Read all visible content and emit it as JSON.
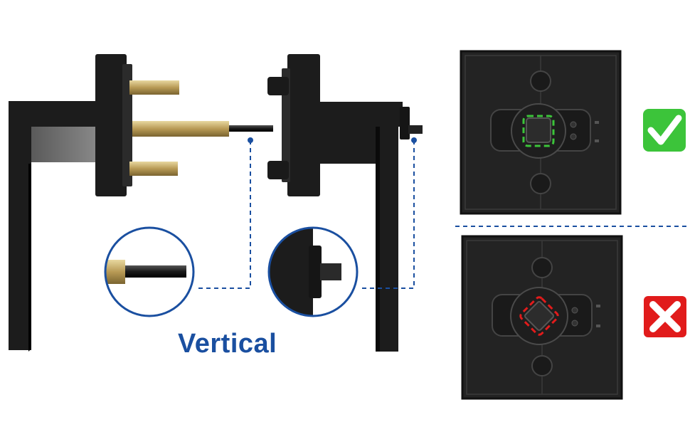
{
  "caption": {
    "text": "Vertical"
  },
  "colors": {
    "accent_blue": "#1a4fa0",
    "hardware_black": "#1c1c1c",
    "plate_dark": "#232323",
    "brass": "#b89a55",
    "check_green": "#3cc43a",
    "cross_red": "#e11b1b",
    "background": "#ffffff"
  },
  "icons": {
    "correct": "check-icon",
    "incorrect": "cross-icon"
  },
  "panels": [
    {
      "id": "correct-orientation",
      "icon": "check-icon",
      "marker_shape": "square"
    },
    {
      "id": "incorrect-orientation",
      "icon": "cross-icon",
      "marker_shape": "diamond"
    }
  ]
}
